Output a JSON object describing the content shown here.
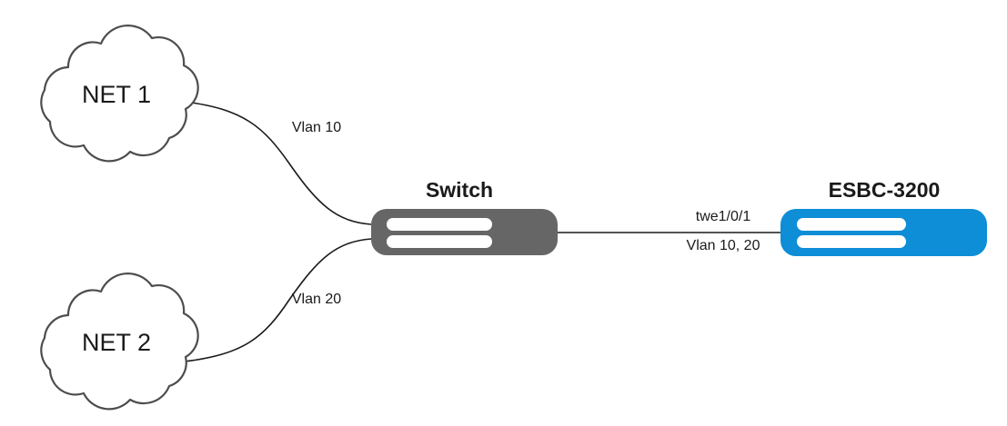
{
  "diagram": {
    "type": "network-topology",
    "background_color": "#ffffff"
  },
  "colors": {
    "switch_body": "#666666",
    "esbc_body": "#0d8ed6",
    "port_bar": "#ffffff",
    "cloud_stroke": "#4d4d4d",
    "line": "#1a1a1a",
    "text": "#1a1a1a"
  },
  "nodes": {
    "cloud_top": {
      "label": "NET 1",
      "shape": "cloud"
    },
    "cloud_bottom": {
      "label": "NET 2",
      "shape": "cloud"
    },
    "switch": {
      "title": "Switch",
      "shape": "device-rack",
      "color": "#666666"
    },
    "esbc": {
      "title": "ESBC-3200",
      "shape": "device-rack",
      "color": "#0d8ed6"
    }
  },
  "edges": {
    "net1_to_switch": {
      "label": "Vlan 10"
    },
    "net2_to_switch": {
      "label": "Vlan 20"
    },
    "switch_to_esbc": {
      "label_top": "twe1/0/1",
      "label_bottom": "Vlan 10, 20"
    }
  }
}
